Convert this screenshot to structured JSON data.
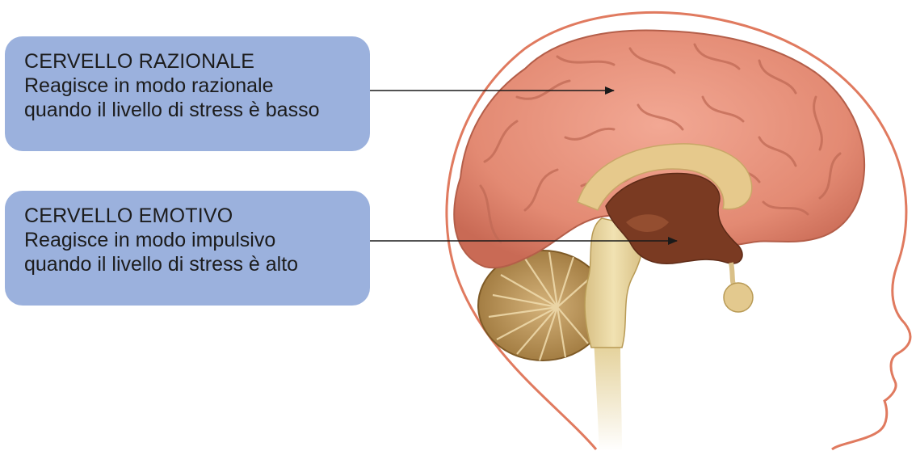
{
  "labels": {
    "rational": {
      "title": "CERVELLO RAZIONALE",
      "line1": "Reagisce in modo razionale",
      "line2": "quando il livello di stress è basso"
    },
    "emotive": {
      "title": "CERVELLO EMOTIVO",
      "line1": "Reagisce in modo impulsivo",
      "line2": "quando il livello di stress è alto"
    }
  },
  "colors": {
    "box_fill": "#9bb1dd",
    "head_outline": "#e07a5f",
    "cerebrum": "#e8907a",
    "limbic": "#7a3a22",
    "corpus": "#e6c98c",
    "brainstem": "#e3cf95",
    "cerebellum": "#b08b4a",
    "arrow": "#1a1a1a"
  }
}
